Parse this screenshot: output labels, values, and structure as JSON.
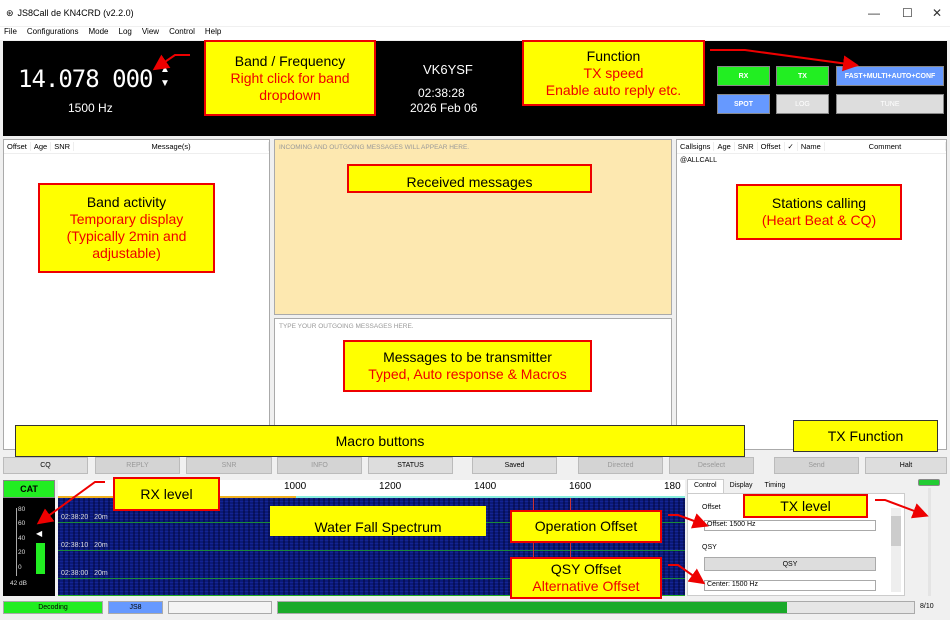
{
  "window": {
    "title": "JS8Call de KN4CRD (v2.2.0)",
    "controls": [
      "—",
      "☐",
      "✕"
    ]
  },
  "menu": [
    "File",
    "Configurations",
    "Mode",
    "Log",
    "View",
    "Control",
    "Help"
  ],
  "header": {
    "frequency": "14.078 000",
    "offset": "1500 Hz",
    "callsign": "VK6YSF",
    "time": "02:38:28",
    "date": "2026 Feb 06",
    "buttons": {
      "rx": "RX",
      "tx": "TX",
      "mode": "FAST+MULTI+AUTO+CONF",
      "spot": "SPOT",
      "log": "LOG",
      "tune": "TUNE"
    }
  },
  "band_activity": {
    "columns": [
      "Offset",
      "Age",
      "SNR",
      "Message(s)"
    ]
  },
  "received": {
    "placeholder": "INCOMING AND OUTGOING MESSAGES WILL APPEAR HERE."
  },
  "outgoing": {
    "placeholder": "TYPE YOUR OUTGOING MESSAGES HERE."
  },
  "calls": {
    "columns": [
      "Callsigns",
      "Age",
      "SNR",
      "Offset",
      "✓",
      "Name",
      "Comment"
    ],
    "rows": [
      "@ALLCALL"
    ]
  },
  "macros": [
    "CQ",
    "REPLY",
    "SNR",
    "INFO",
    "STATUS",
    "Saved",
    "Directed",
    "Deselect",
    "Send",
    "Halt"
  ],
  "meter": {
    "cat": "CAT",
    "ticks": [
      "80",
      "60",
      "40",
      "20",
      "0"
    ],
    "level": "42 dB",
    "level_value": 42
  },
  "waterfall": {
    "ticks": [
      "1000",
      "1200",
      "1400",
      "1600",
      "180"
    ],
    "rows": [
      {
        "time": "02:38:20",
        "band": "20m"
      },
      {
        "time": "02:38:10",
        "band": "20m"
      },
      {
        "time": "02:38:00",
        "band": "20m"
      }
    ]
  },
  "control": {
    "tabs": [
      "Control",
      "Display",
      "Timing"
    ],
    "offset_label": "Offset",
    "offset_value": "Offset: 1500 Hz",
    "qsy_label": "QSY",
    "qsy_button": "QSY",
    "center_value": "Center: 1500 Hz"
  },
  "statusbar": {
    "decoding": "Decoding",
    "mode": "JS8",
    "progress": "8/10",
    "progress_fraction": 0.8
  },
  "annotations": {
    "band": {
      "title": "Band / Frequency",
      "sub": "Right click for band dropdown"
    },
    "function": {
      "title": "Function",
      "sub1": "TX speed",
      "sub2": "Enable auto reply etc."
    },
    "activity": {
      "title": "Band activity",
      "sub1": "Temporary display",
      "sub2": "(Typically 2min and adjustable)"
    },
    "received": {
      "title": "Received messages"
    },
    "stations": {
      "title": "Stations calling",
      "sub": "(Heart Beat & CQ)"
    },
    "transmit": {
      "title": "Messages to be transmitter",
      "sub": "Typed, Auto response & Macros"
    },
    "macro": {
      "title": "Macro buttons"
    },
    "txfunc": {
      "title": "TX Function"
    },
    "rxlevel": {
      "title": "RX level"
    },
    "waterfall": {
      "title": "Water Fall Spectrum"
    },
    "opoffset": {
      "title": "Operation Offset"
    },
    "txlevel": {
      "title": "TX level"
    },
    "qsy": {
      "title": "QSY Offset",
      "sub": "Alternative Offset"
    }
  }
}
